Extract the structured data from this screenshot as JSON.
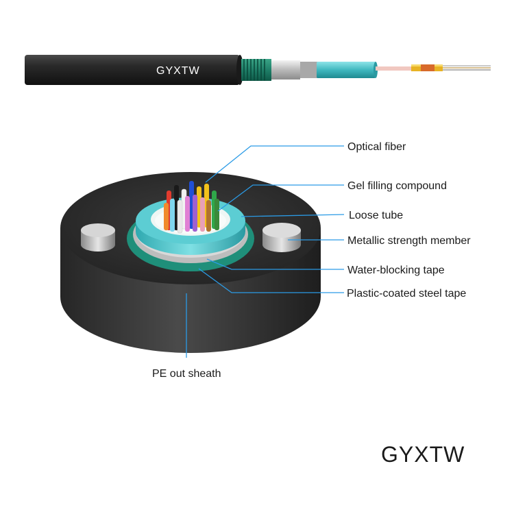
{
  "cable_marking": "GYXTW",
  "caption": "GYXTW",
  "labels": {
    "optical_fiber": "Optical fiber",
    "gel_filling": "Gel filling compound",
    "loose_tube": "Loose tube",
    "strength_member": "Metallic strength member",
    "water_blocking": "Water-blocking tape",
    "steel_tape": "Plastic-coated steel tape",
    "pe_sheath": "PE out sheath"
  },
  "colors": {
    "leader": "#2b9be6",
    "sheath": "#3a3a3a",
    "loose_tube": "#56c9cf",
    "steel_tape": "#1f8f7a",
    "fibers": [
      "#e23b2e",
      "#1f4fd6",
      "#f2c21b",
      "#1a1a1a",
      "#f4f4f4",
      "#e07fd4",
      "#9f5fd0",
      "#2fa84a",
      "#b0722e",
      "#7fd6ee",
      "#cfcfcf",
      "#f08a2c"
    ]
  }
}
